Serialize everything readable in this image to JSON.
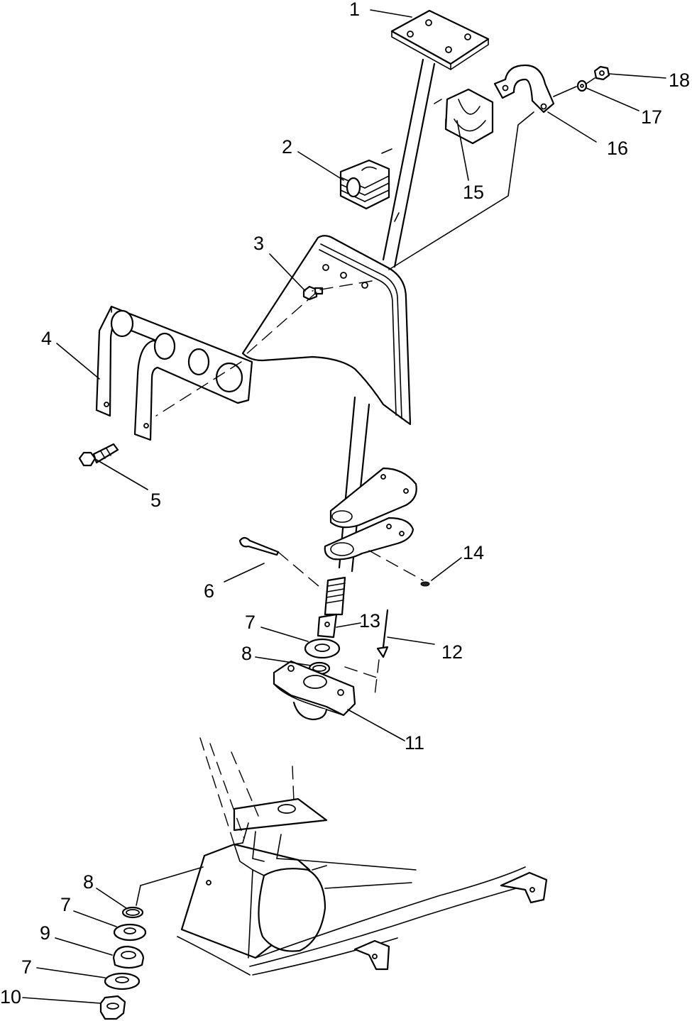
{
  "callouts": [
    {
      "id": "c1",
      "label": "1"
    },
    {
      "id": "c2",
      "label": "2"
    },
    {
      "id": "c3",
      "label": "3"
    },
    {
      "id": "c4",
      "label": "4"
    },
    {
      "id": "c5",
      "label": "5"
    },
    {
      "id": "c6",
      "label": "6"
    },
    {
      "id": "c7a",
      "label": "7"
    },
    {
      "id": "c13",
      "label": "13"
    },
    {
      "id": "c12",
      "label": "12"
    },
    {
      "id": "c8a",
      "label": "8"
    },
    {
      "id": "c11",
      "label": "11"
    },
    {
      "id": "c14",
      "label": "14"
    },
    {
      "id": "c15",
      "label": "15"
    },
    {
      "id": "c16",
      "label": "16"
    },
    {
      "id": "c17",
      "label": "17"
    },
    {
      "id": "c18",
      "label": "18"
    },
    {
      "id": "c8b",
      "label": "8"
    },
    {
      "id": "c7b",
      "label": "7"
    },
    {
      "id": "c9",
      "label": "9"
    },
    {
      "id": "c7c",
      "label": "7"
    },
    {
      "id": "c10",
      "label": "10"
    }
  ]
}
